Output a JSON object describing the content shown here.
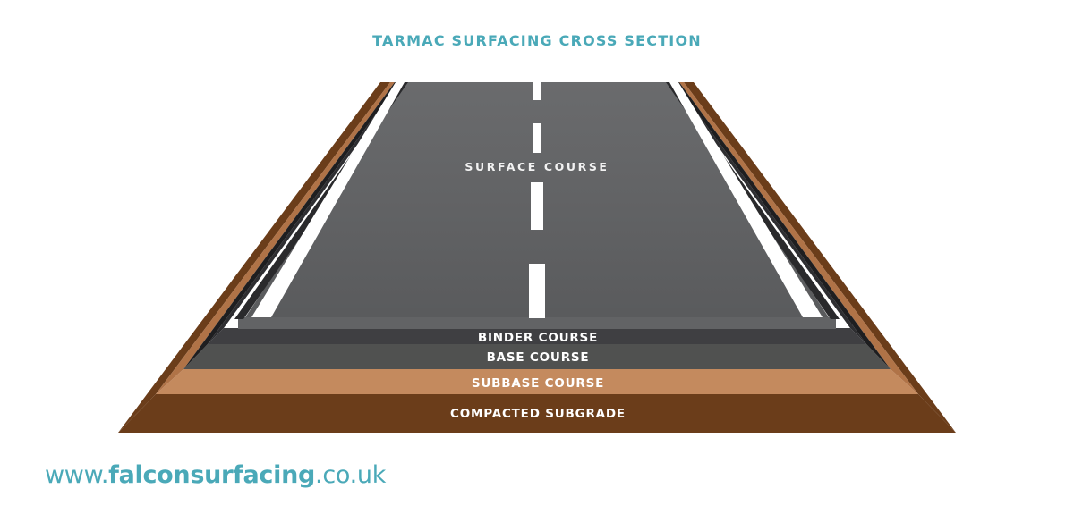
{
  "title": "TARMAC SURFACING CROSS SECTION",
  "layers": {
    "surface": "SURFACE COURSE",
    "binder": "BINDER COURSE",
    "base": "BASE COURSE",
    "subbase": "SUBBASE COURSE",
    "subgrade": "COMPACTED SUBGRADE"
  },
  "website": {
    "prefix": "www.",
    "brand": "falconsurfacing",
    "suffix": ".co.uk"
  },
  "colors": {
    "accent": "#4aa9b8",
    "road": "#5e5f61",
    "binder": "#3f3f42",
    "base": "#505150",
    "subbase": "#c48a5e",
    "subgrade": "#6b3d1a"
  }
}
